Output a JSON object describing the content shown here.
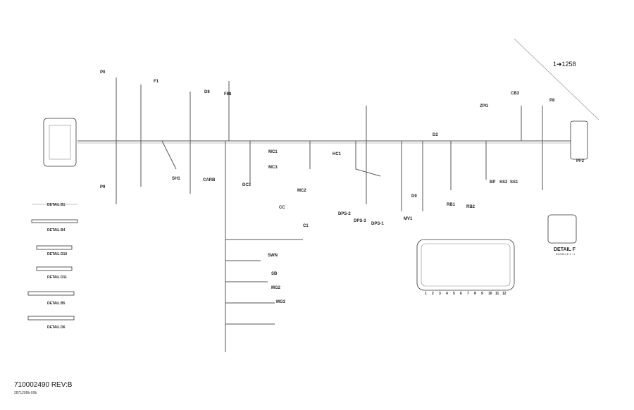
{
  "drawing": {
    "part_number": "710002490 REV:B",
    "sub_code": "2871208b-09b",
    "page_ref": "1➜1258"
  },
  "connectors": [
    "P0",
    "F1",
    "D8",
    "F88",
    "CARB",
    "SH1",
    "P9",
    "DC3",
    "MC1",
    "MC3",
    "CC",
    "MC2",
    "HC1",
    "C1",
    "DPS-2",
    "DPS-3",
    "DPS-1",
    "MV1",
    "D9",
    "RB1",
    "RB2",
    "BP",
    "SS2",
    "SS1",
    "CB3",
    "ZPG",
    "P8",
    "PF2",
    "SWN",
    "SB",
    "MG2",
    "MG3",
    "D2"
  ],
  "details": [
    "DETAIL B1",
    "DETAIL B4",
    "DETAIL D10",
    "DETAIL D11",
    "DETAIL B5",
    "DETAIL D6"
  ],
  "detail_f": {
    "title": "DETAIL F",
    "scale": "ECHELLE 1 : 1"
  },
  "fuse_box": {
    "numbers": [
      "1",
      "2",
      "3",
      "4",
      "5",
      "6",
      "7",
      "8",
      "9",
      "10",
      "11",
      "12"
    ]
  }
}
